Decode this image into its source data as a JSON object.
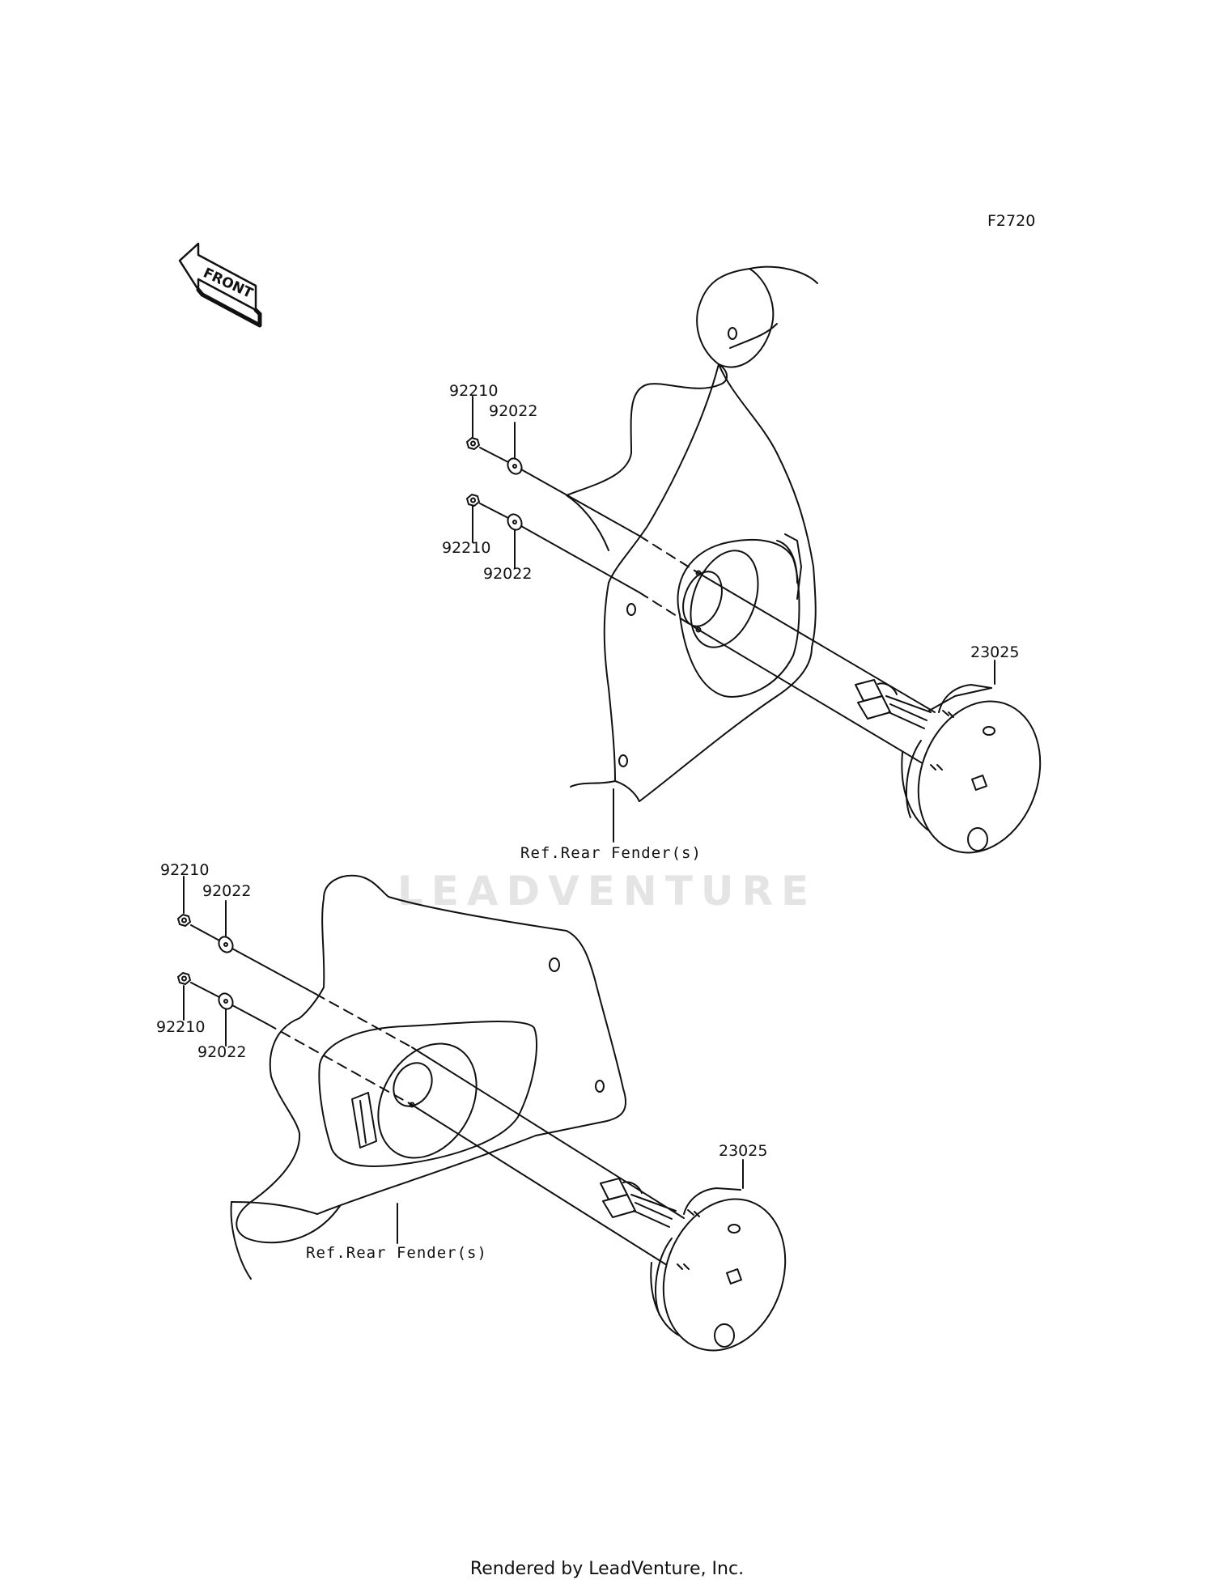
{
  "diagram_code": "F2720",
  "front_arrow_label": "FRONT",
  "watermark": "LEADVENTURE",
  "footer": "Rendered by LeadVenture, Inc.",
  "top_assembly": {
    "labels": {
      "nut_upper": "92210",
      "washer_upper": "92022",
      "nut_lower": "92210",
      "washer_lower": "92022",
      "speaker": "23025",
      "fender_ref": "Ref.Rear Fender(s)"
    }
  },
  "bottom_assembly": {
    "labels": {
      "nut_upper": "92210",
      "washer_upper": "92022",
      "nut_lower": "92210",
      "washer_lower": "92022",
      "speaker": "23025",
      "fender_ref": "Ref.Rear Fender(s)"
    }
  }
}
